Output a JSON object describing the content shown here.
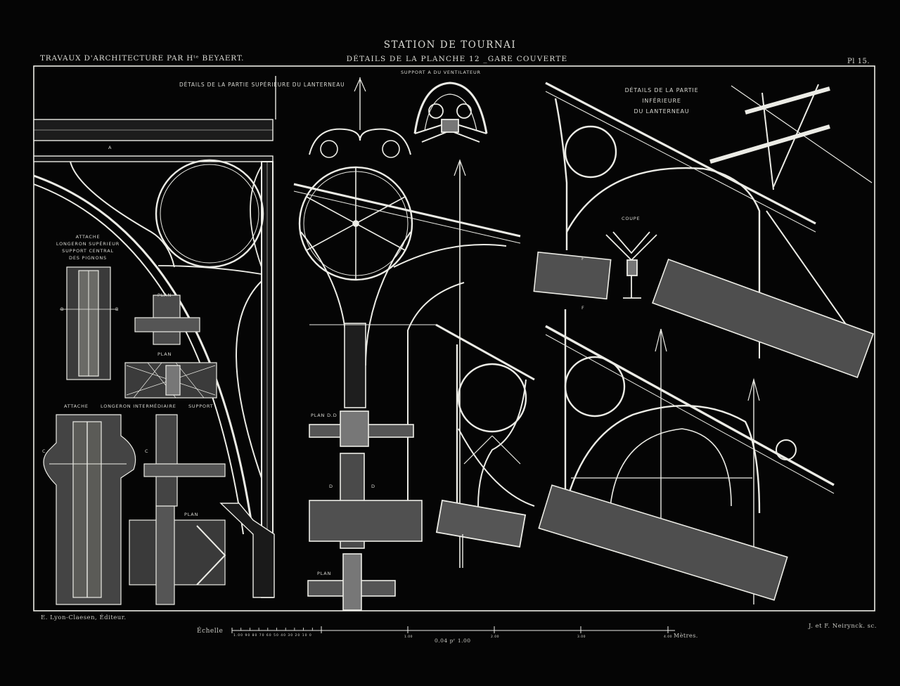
{
  "header": {
    "title": "STATION DE TOURNAI",
    "subtitle": "DÉTAILS DE LA PLANCHE 12 _GARE COUVERTE",
    "left": "TRAVAUX D'ARCHITECTURE PAR Hᵗᵉ BEYAERT.",
    "plate_number": "Pl 15."
  },
  "labels": {
    "top_center": "DÉTAILS DE LA PARTIE   SUPÉRIEURE DU   LANTERNEAU",
    "support_a": "SUPPORT A DU VENTILATEUR",
    "right_title": [
      "DÉTAILS DE LA PARTIE",
      "INFÉRIEURE",
      "DU LANTERNEAU"
    ],
    "coupe": "COUPE",
    "attache_block": [
      "ATTACHE",
      "LONGERON SUPÉRIEUR",
      "SUPPORT CENTRAL",
      "DES PIGNONS"
    ],
    "attache": "ATTACHE",
    "longeron_inter": "LONGERON INTERMÉDIAIRE",
    "support": "SUPPORT",
    "plan_1": "PLAN",
    "plan_2": "PLAN",
    "plan_3": "PLAN",
    "plan_dd": "PLAN D.D",
    "plan_4": "PLAN",
    "mark_a": "A",
    "mark_b_left": "B",
    "mark_b_right": "B",
    "mark_c_left": "C",
    "mark_c_right": "C",
    "mark_d_left": "D",
    "mark_d_right": "D",
    "mark_f_top": "F",
    "mark_f_bottom": "F"
  },
  "footer": {
    "publisher": "E. Lyon-Claesen, Éditeur.",
    "engraver": "J. et F. Neirynck. sc.",
    "scale_word": "Échelle",
    "scale_ratio": "0.04 pʳ 1.00",
    "units": "Mètres.",
    "scale_small_ticks": "1.00  90  80  70  60  50  40  30  20  10  0",
    "scale_marks": [
      "1.00",
      "2.00",
      "3.00",
      "4.00"
    ]
  }
}
